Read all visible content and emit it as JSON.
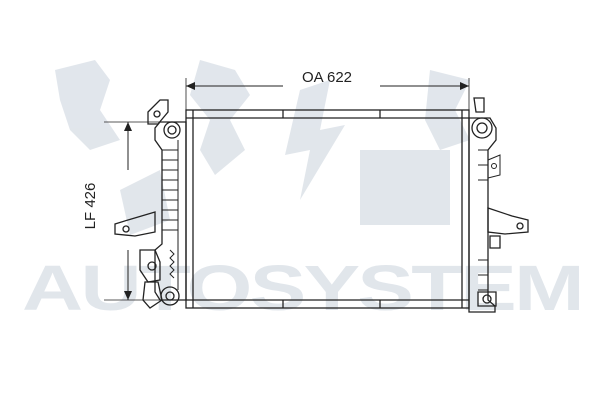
{
  "dimensions": {
    "overall_width": "OA 622",
    "core_height": "LF 426"
  },
  "watermark": {
    "text": "AUTOSYSTEM",
    "color": "#c9d2dc"
  },
  "colors": {
    "line": "#222222",
    "watermark": "#c9d2dc"
  }
}
